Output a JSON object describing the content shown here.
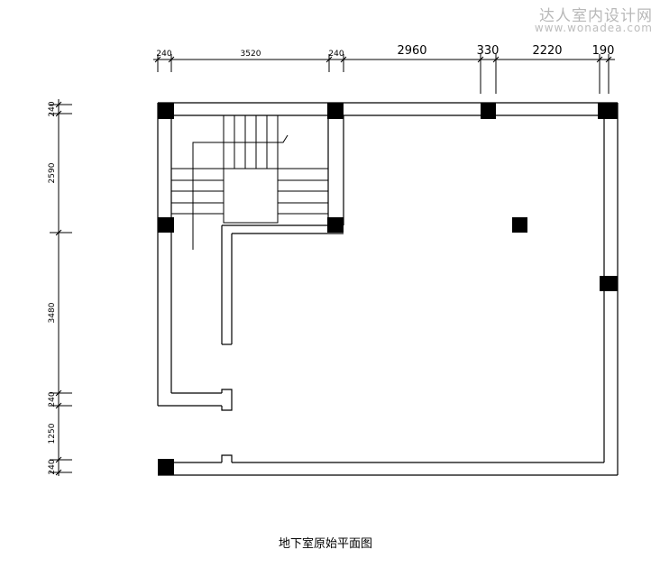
{
  "watermark": {
    "site_name": "达人室内设计网",
    "url": "www.wonadea.com"
  },
  "title": "地下室原始平面图",
  "dimensions": {
    "top": [
      "240",
      "3520",
      "240",
      "2960",
      "330",
      "2220",
      "190"
    ],
    "left": [
      "240",
      "2590",
      "3480",
      "240",
      "1250",
      "240"
    ]
  },
  "colors": {
    "line": "#000000",
    "column": "#000000",
    "watermark": "#b8b8b8"
  }
}
